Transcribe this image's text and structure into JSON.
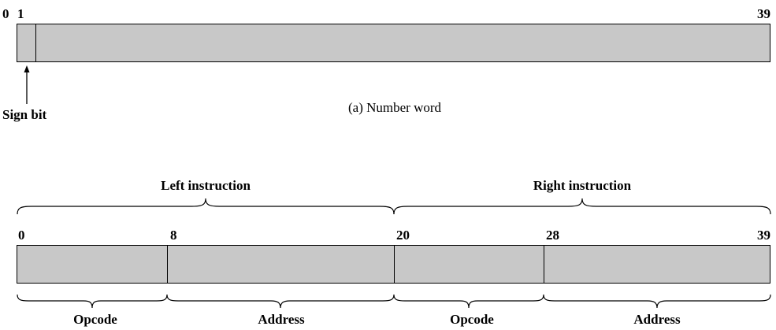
{
  "number_word": {
    "bit_labels": [
      "0",
      "1",
      "39"
    ],
    "sign_bit_label": "Sign bit",
    "caption": "(a) Number word"
  },
  "instruction_word": {
    "left_instruction": "Left instruction",
    "right_instruction": "Right instruction",
    "bit_labels": [
      "0",
      "8",
      "20",
      "28",
      "39"
    ],
    "fields": [
      "Opcode",
      "Address",
      "Opcode",
      "Address"
    ]
  },
  "colors": {
    "field_fill": "#c8c8c8",
    "line": "#000000"
  }
}
